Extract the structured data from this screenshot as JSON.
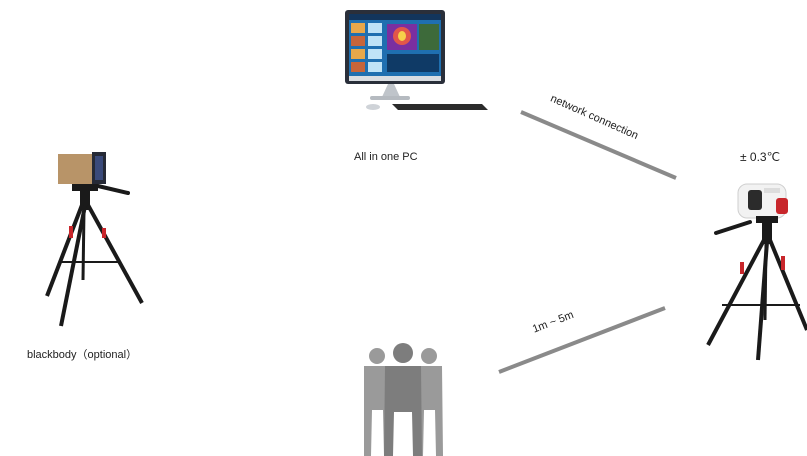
{
  "labels": {
    "pc": "All in one PC",
    "network": "network connection",
    "accuracy": "± 0.3℃",
    "distance": "1m ~ 5m",
    "blackbody": "blackbody（optional）"
  },
  "icons": {
    "pc": "all-in-one-pc-icon",
    "blackbody": "blackbody-on-tripod-icon",
    "camera": "thermal-camera-on-tripod-icon",
    "people": "people-group-icon"
  },
  "colors": {
    "line": "#8a8a8a",
    "tripod": "#1a1a1a",
    "accent_red": "#c8262b",
    "people": "#9a9a9a",
    "people_front": "#7d7d7d",
    "blackbody_box": "#b89468",
    "screen_frame": "#2a2f3a",
    "screen_bg": "#1f6fb0"
  }
}
